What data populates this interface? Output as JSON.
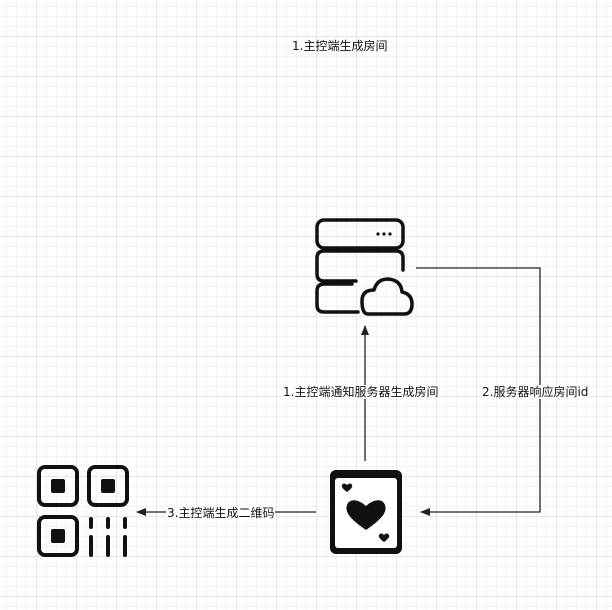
{
  "diagram": {
    "title": "1.主控端生成房间",
    "edges": {
      "notify_server": "1.主控端通知服务器生成房间",
      "server_response": "2.服务器响应房间id",
      "generate_qr": "3.主控端生成二维码"
    },
    "nodes": {
      "server": "server-cloud-icon",
      "controller": "playing-card-heart-icon",
      "qrcode": "qr-code-icon"
    }
  }
}
